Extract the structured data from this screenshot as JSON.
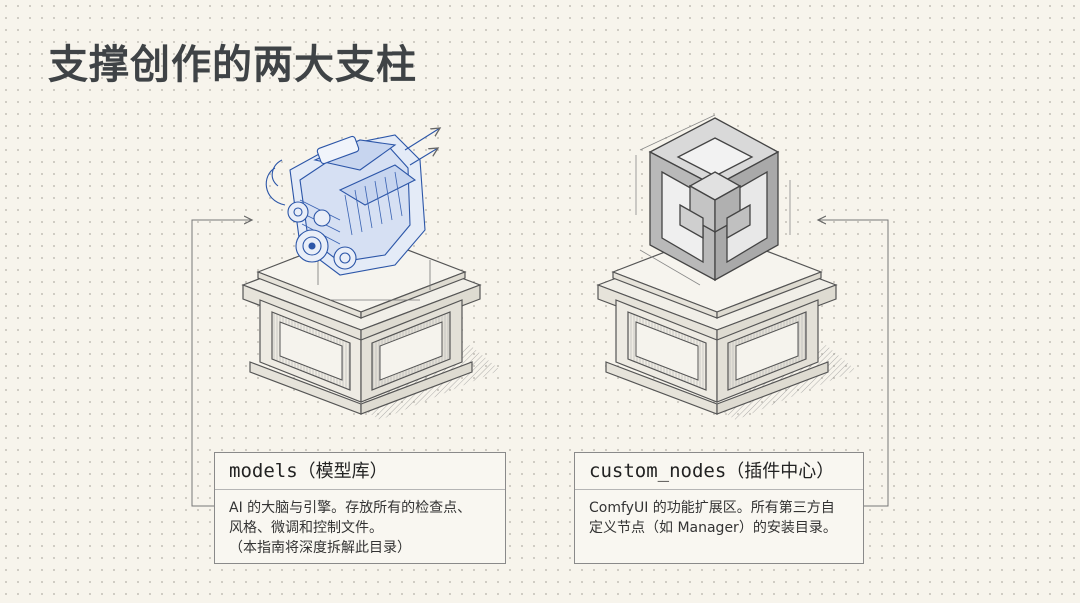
{
  "page": {
    "title": "支撑创作的两大支柱"
  },
  "pillars": [
    {
      "icon": "engine-icon",
      "name": "models",
      "subtitle": "（模型库）",
      "lines": [
        "AI 的大脑与引擎。存放所有的检查点、",
        "风格、微调和控制文件。",
        "（本指南将深度拆解此目录）"
      ]
    },
    {
      "icon": "cube-frame-icon",
      "name": "custom_nodes",
      "subtitle": "（插件中心）",
      "lines": [
        "ComfyUI 的功能扩展区。所有第三方自",
        "定义节点（如 Manager）的安装目录。"
      ]
    }
  ],
  "colors": {
    "background": "#f7f4ec",
    "title": "#3f4346",
    "engine_blue": "#2c56a8",
    "line_gray": "#5a5a5a"
  }
}
